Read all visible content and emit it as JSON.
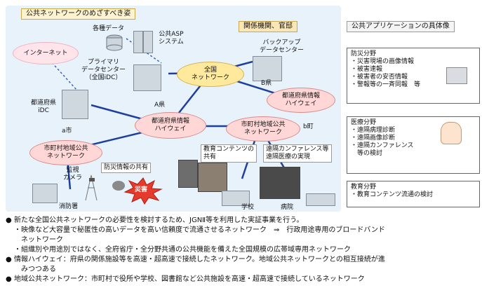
{
  "left_panel": {
    "title": "公共ネットワークのめざすべき姿",
    "agencies_label": "関係機関、官邸",
    "nodes": {
      "kakushu_data": "各種データ",
      "public_asp": "公共ASP\nシステム",
      "internet": "インターネット",
      "backup_dc": "バックアップ\nデータセンター",
      "primary_dc": "プライマリ\nデータセンター\n（全国iDC）",
      "national_network": "全国\nネットワーク",
      "pref_idc": "都道府県\niDC",
      "b_pref": "B県",
      "a_pref": "A県",
      "pref_highway_b": "都道府県情報\nハイウェイ",
      "pref_highway_a": "都道府県情報\nハイウェイ",
      "a_city": "a市",
      "b_town": "b町",
      "municipal_network_a": "市町村地域公共\nネットワーク",
      "municipal_network_b": "市町村地域公共\nネットワーク",
      "edu_contents_share": "教育コンテンツの\n共有",
      "teleconf": "遠隔カンファレンス等\n遠隔医療の実現",
      "disaster_share": "防災情報の共有",
      "monitor_camera": "監視\nカメラ",
      "fire_dept": "消防署",
      "school": "学校",
      "hospital": "病院",
      "disaster": "災害"
    }
  },
  "right_panel": {
    "title": "公共アプリケーションの具体像",
    "disaster": {
      "heading": "防災分野",
      "items": [
        "・災害現場の画像情報",
        "・被害速報",
        "・被害者の安否情報",
        "・警報等の一斉同報　等"
      ]
    },
    "medical": {
      "heading": "医療分野",
      "items": [
        "・遠隔病理診断",
        "・遠隔画像診断",
        "・遠隔カンファレンス",
        "　等の検討"
      ]
    },
    "education": {
      "heading": "教育分野",
      "items": [
        "・教育コンテンツ流通の検討"
      ]
    }
  },
  "notes": [
    "新たな全国公共ネットワークの必要性を検討するため、JGNⅡ等を利用した実証事業を行う。",
    "・映像など大容量で秘匿性の高いデータを高い信頼度で流通させるネットワーク　⇒　行政用途専用のブロードバンド",
    "　ネットワーク",
    "・組織別や用途別ではなく、全府省庁・全分野共通の公共機能を備えた全国規模の広帯域専用ネットワーク",
    "情報ハイウェイ：府県の関係施設等を高速・超高速で接続したネットワーク。地域公共ネットワークとの相互接続が進",
    "　みつつある",
    "地域公共ネットワーク：市町村で役所や学校、図書館など公共施設を高速・超高速で接続しているネットワーク"
  ],
  "colors": {
    "panel_bg": "#e7f2fb",
    "network_line": "#1f3f9e",
    "cloud": "#ffd7d7",
    "national": "#ffe99c"
  }
}
